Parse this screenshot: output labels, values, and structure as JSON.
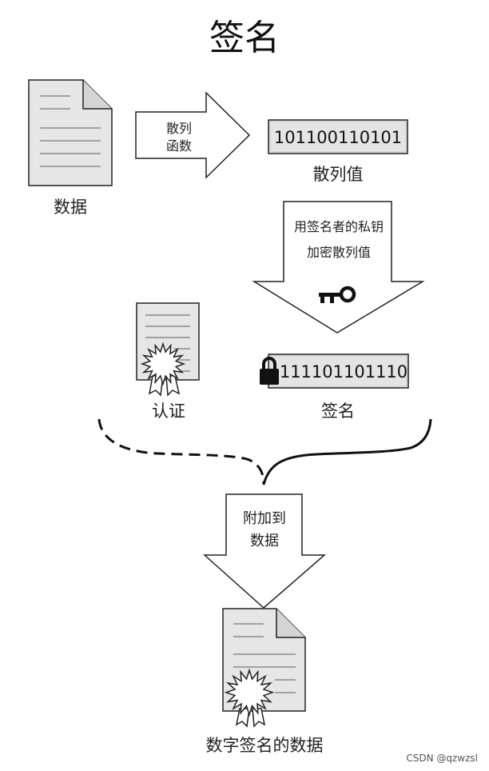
{
  "title": "签名",
  "nodes": {
    "data_doc_label": "数据",
    "hash_value_label": "散列值",
    "hash_value_bits": "101100110101",
    "certificate_label": "认证",
    "signature_label": "签名",
    "signature_bits": "111101101110",
    "signed_data_label": "数字签名的数据"
  },
  "arrows": {
    "hash_function": [
      "散列",
      "函数"
    ],
    "encrypt": [
      "用签名者的私钥",
      "加密散列值"
    ],
    "attach": [
      "附加到",
      "数据"
    ]
  },
  "icons": {
    "encrypt_arrow_icon": "key-icon",
    "signature_icon": "lock-icon",
    "certificate_seal": "seal-icon"
  },
  "colors": {
    "doc_fill": "#e6e6e6",
    "stroke": "#222222",
    "binary_box_fill": "#e0e0e0"
  },
  "watermark": "CSDN @qzwzsl"
}
